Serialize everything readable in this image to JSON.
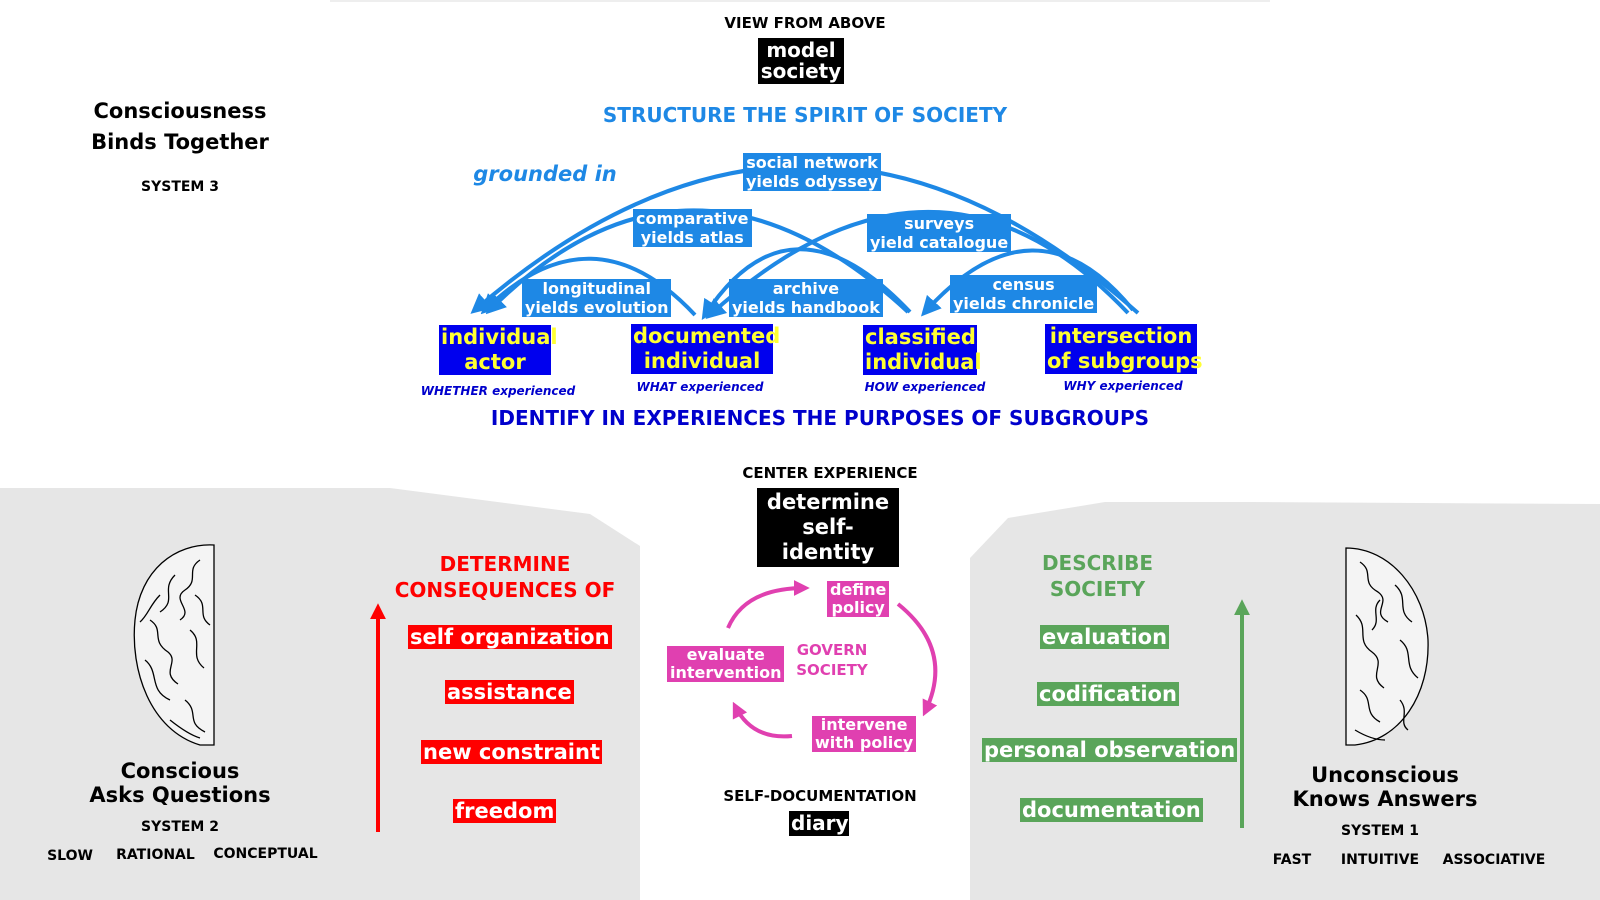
{
  "top": {
    "view_heading": "VIEW FROM ABOVE",
    "model_society": [
      "model",
      "society"
    ],
    "structure_heading": "STRUCTURE THE SPIRIT OF SOCIETY",
    "grounded_in": "grounded in",
    "identify_heading": "IDENTIFY IN EXPERIENCES THE PURPOSES OF SUBGROUPS"
  },
  "left_top": {
    "title": [
      "Consciousness",
      "Binds Together"
    ],
    "system": "SYSTEM 3"
  },
  "arc_labels": [
    {
      "lines": [
        "social network",
        "yields odyssey"
      ]
    },
    {
      "lines": [
        "comparative",
        "yields atlas"
      ]
    },
    {
      "lines": [
        "surveys",
        "yield catalogue"
      ]
    },
    {
      "lines": [
        "longitudinal",
        "yields evolution"
      ]
    },
    {
      "lines": [
        "archive",
        "yields handbook"
      ]
    },
    {
      "lines": [
        "census",
        "yields chronicle"
      ]
    }
  ],
  "nodes": [
    {
      "lines": [
        "individual",
        "actor"
      ],
      "caption": "WHETHER experienced"
    },
    {
      "lines": [
        "documented",
        "individual"
      ],
      "caption": "WHAT experienced"
    },
    {
      "lines": [
        "classified",
        "individual"
      ],
      "caption": "HOW experienced"
    },
    {
      "lines": [
        "intersection",
        "of subgroups"
      ],
      "caption": "WHY experienced"
    }
  ],
  "center": {
    "heading": "CENTER EXPERIENCE",
    "identity": [
      "determine",
      "self-identity"
    ],
    "cycle": {
      "define": [
        "define",
        "policy"
      ],
      "evaluate": [
        "evaluate",
        "intervention"
      ],
      "intervene": [
        "intervene",
        "with policy"
      ],
      "govern": [
        "GOVERN",
        "SOCIETY"
      ]
    },
    "selfdoc_heading": "SELF-DOCUMENTATION",
    "diary": "diary"
  },
  "conscious": {
    "title": [
      "Conscious",
      "Asks Questions"
    ],
    "system": "SYSTEM 2",
    "traits": [
      "SLOW",
      "RATIONAL",
      "CONCEPTUAL"
    ],
    "heading": [
      "DETERMINE",
      "CONSEQUENCES OF"
    ],
    "items": [
      "self organization",
      "assistance",
      "new constraint",
      "freedom"
    ]
  },
  "unconscious": {
    "title": [
      "Unconscious",
      "Knows Answers"
    ],
    "system": "SYSTEM 1",
    "traits": [
      "FAST",
      "INTUITIVE",
      "ASSOCIATIVE"
    ],
    "heading": [
      "DESCRIBE",
      "SOCIETY"
    ],
    "items": [
      "evaluation",
      "codification",
      "personal observation",
      "documentation"
    ]
  },
  "colors": {
    "arc_blue": "#1e88e5",
    "node_blue": "#0000ee",
    "node_text": "#ffff33",
    "red": "#ff0000",
    "green": "#5aa55a",
    "magenta": "#e040b0",
    "panel_gray": "#e6e6e6"
  },
  "icons": [
    "brain-left-icon",
    "brain-right-icon"
  ]
}
